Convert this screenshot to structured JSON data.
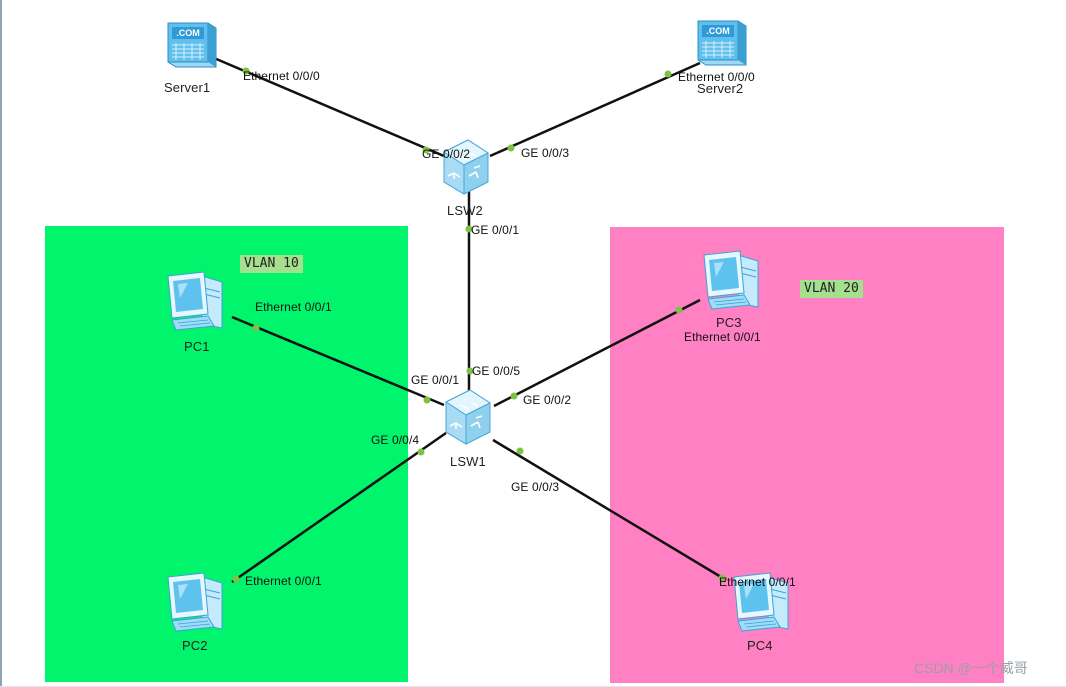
{
  "zones": [
    {
      "name": "VLAN 10",
      "color": "#00f46c"
    },
    {
      "name": "VLAN 20",
      "color": "#ff80c3"
    }
  ],
  "devices": {
    "server1": {
      "name": "Server1",
      "type": "server",
      "icon": "server-icon",
      "screen_text": ".COM"
    },
    "server2": {
      "name": "Server2",
      "type": "server",
      "icon": "server-icon",
      "screen_text": ".COM"
    },
    "lsw2": {
      "name": "LSW2",
      "type": "switch",
      "icon": "switch-icon"
    },
    "lsw1": {
      "name": "LSW1",
      "type": "switch",
      "icon": "switch-icon"
    },
    "pc1": {
      "name": "PC1",
      "type": "pc",
      "icon": "pc-icon"
    },
    "pc2": {
      "name": "PC2",
      "type": "pc",
      "icon": "pc-icon"
    },
    "pc3": {
      "name": "PC3",
      "type": "pc",
      "icon": "pc-icon"
    },
    "pc4": {
      "name": "PC4",
      "type": "pc",
      "icon": "pc-icon"
    }
  },
  "links": [
    {
      "from": "server1",
      "from_port": "Ethernet 0/0/0",
      "to": "lsw2",
      "to_port": "GE 0/0/2"
    },
    {
      "from": "server2",
      "from_port": "Ethernet 0/0/0",
      "to": "lsw2",
      "to_port": "GE 0/0/3"
    },
    {
      "from": "lsw2",
      "from_port": "GE 0/0/1",
      "to": "lsw1",
      "to_port": "GE 0/0/5"
    },
    {
      "from": "pc1",
      "from_port": "Ethernet 0/0/1",
      "to": "lsw1",
      "to_port": "GE 0/0/1"
    },
    {
      "from": "pc2",
      "from_port": "Ethernet 0/0/1",
      "to": "lsw1",
      "to_port": "GE 0/0/4"
    },
    {
      "from": "pc3",
      "from_port": "Ethernet 0/0/1",
      "to": "lsw1",
      "to_port": "GE 0/0/2"
    },
    {
      "from": "pc4",
      "from_port": "Ethernet 0/0/1",
      "to": "lsw1",
      "to_port": "GE 0/0/3"
    }
  ],
  "colors": {
    "link": "#111111",
    "port_dot": "#7dc242",
    "switch_body": "#9fdcf8",
    "pc_screen": "#5ec2ee"
  },
  "watermark": "CSDN @一个威哥"
}
